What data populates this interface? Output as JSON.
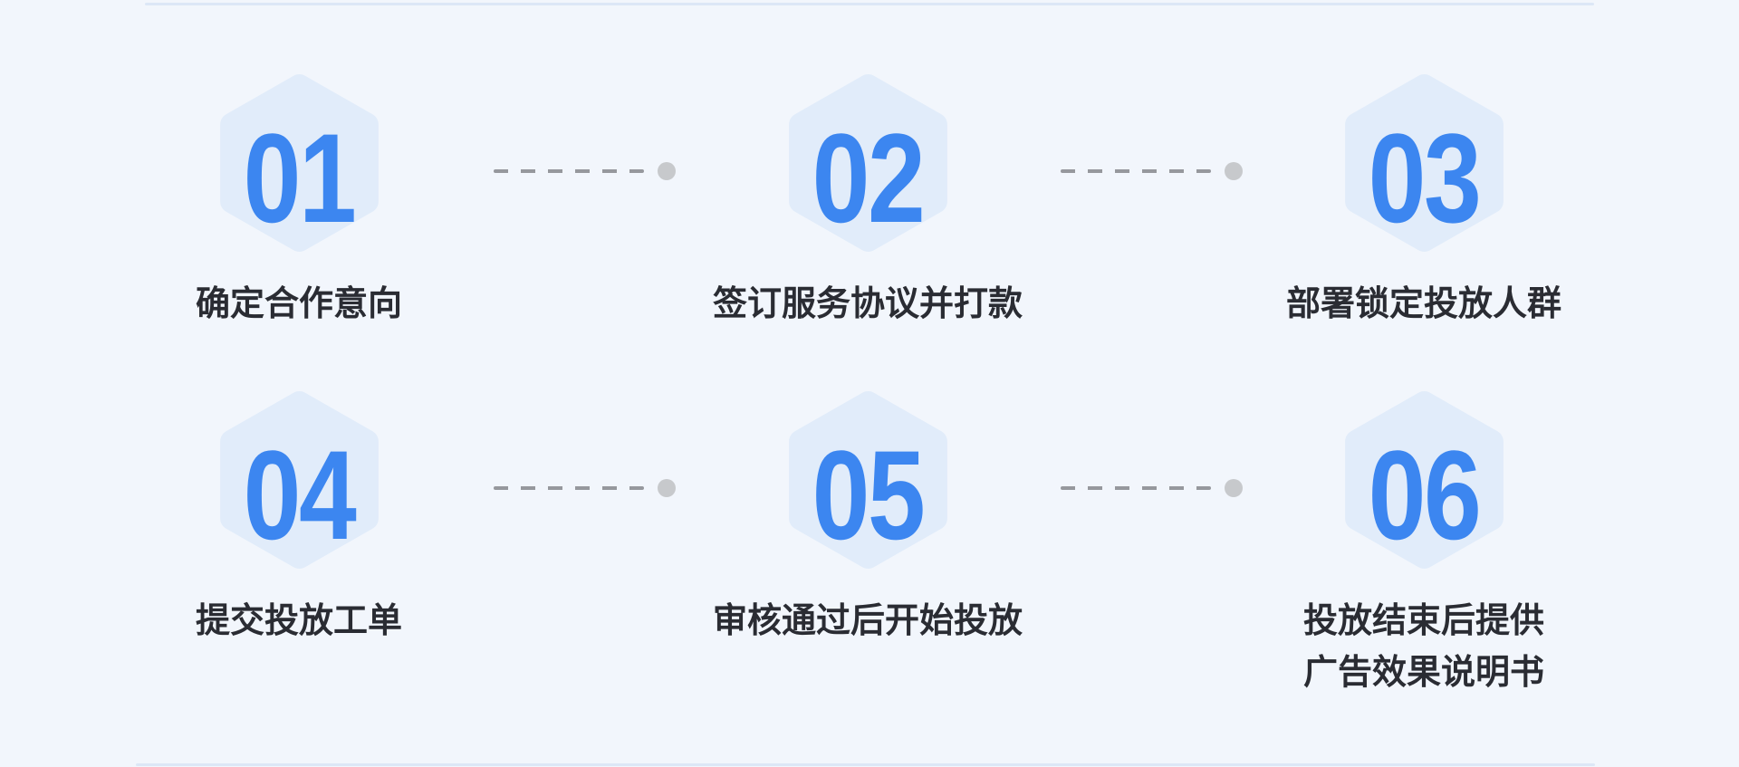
{
  "diagram": {
    "type": "process-flow",
    "rows": 2,
    "columns": 3,
    "steps": [
      {
        "number": "01",
        "label": "确定合作意向"
      },
      {
        "number": "02",
        "label": "签订服务协议并打款"
      },
      {
        "number": "03",
        "label": "部署锁定投放人群"
      },
      {
        "number": "04",
        "label": "提交投放工单"
      },
      {
        "number": "05",
        "label": "审核通过后开始投放"
      },
      {
        "number": "06",
        "label": "投放结束后提供\n广告效果说明书"
      }
    ],
    "colors": {
      "background": "#F2F6FC",
      "hexagon_fill": "#E1ECFA",
      "number_blue": "#3C86F0",
      "label_text": "#2A2C33",
      "dash_gray": "#96989D",
      "dot_gray": "#C7C9CC",
      "divider": "#DCE7F6"
    }
  }
}
